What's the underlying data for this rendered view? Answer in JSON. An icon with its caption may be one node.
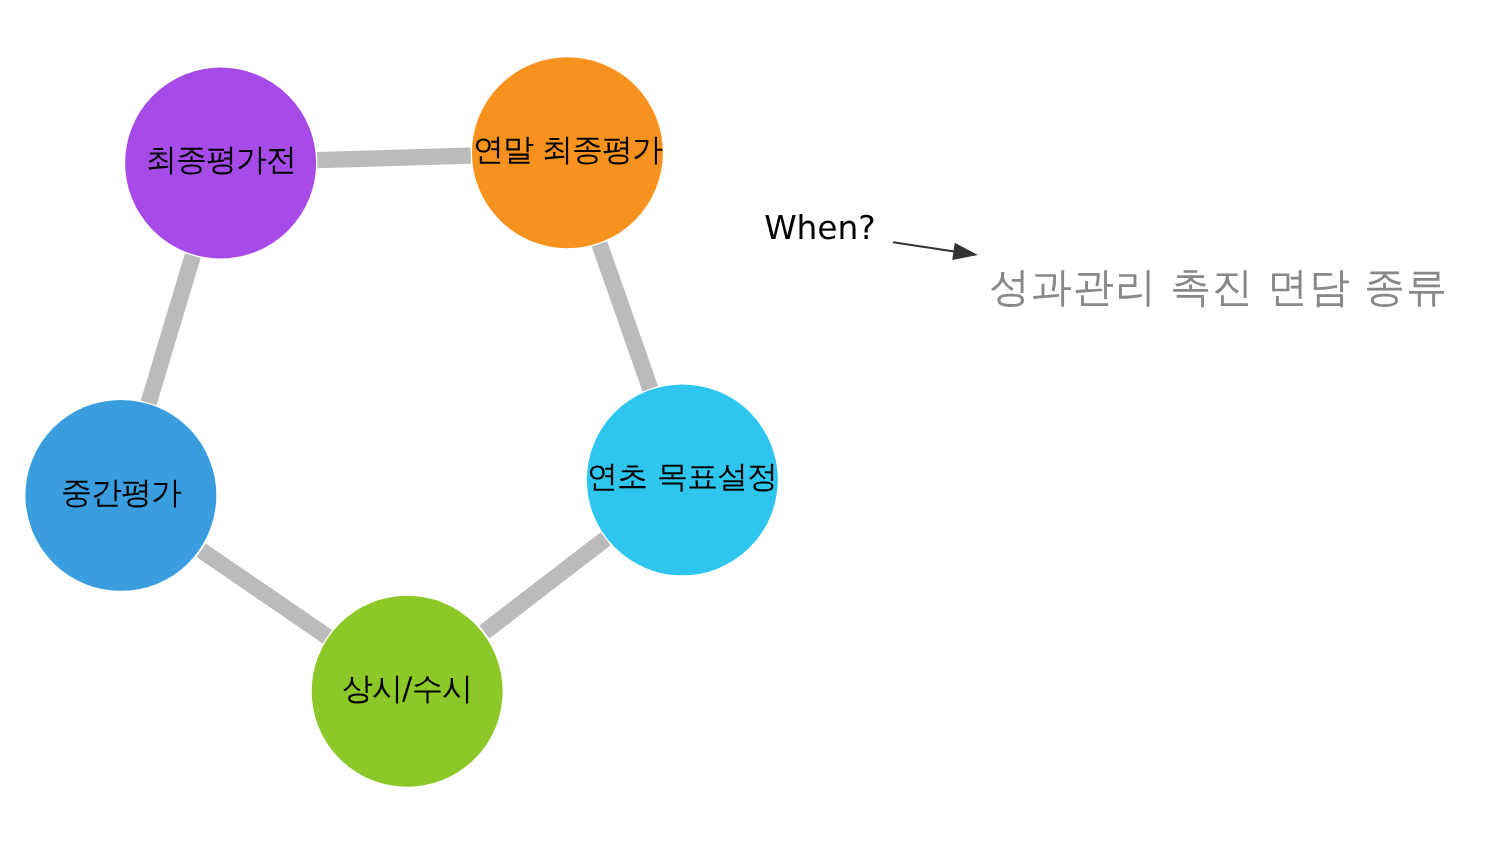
{
  "diagram": {
    "nodes": [
      {
        "text": [
          "When?"
        ]
      },
      {
        "text": [
          "중간평가"
        ]
      },
      {
        "text": [
          "최종평가전"
        ]
      },
      {
        "text": [
          "상시/수시"
        ]
      },
      {
        "text": [
          "성과관리 촉진 면담 종류"
        ]
      },
      {
        "text": [
          "연말 최종평가"
        ]
      },
      {
        "text": [
          "연초 목표설정"
        ]
      }
    ],
    "edges": [
      {
        "from": 0,
        "to": 4,
        "arrow": "to",
        "color": "#333333"
      },
      {
        "from": 6,
        "to": 3,
        "arrow": "none"
      },
      {
        "from": 3,
        "to": 1,
        "arrow": "none"
      },
      {
        "from": 1,
        "to": 2,
        "arrow": "none"
      },
      {
        "from": 2,
        "to": 5,
        "arrow": "none"
      },
      {
        "from": 5,
        "to": 6,
        "arrow": "none"
      }
    ]
  }
}
